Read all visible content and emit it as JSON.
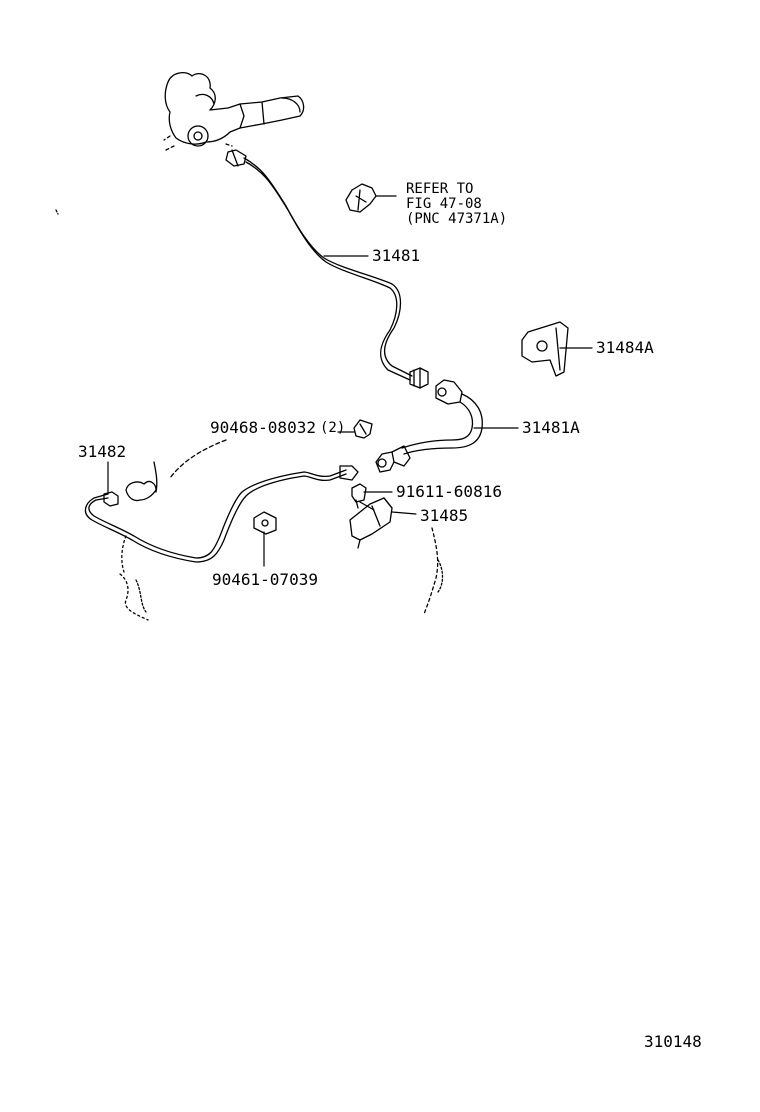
{
  "diagram": {
    "parts": {
      "tube_upper": "31481",
      "hose": "31481A",
      "bracket_right": "31484A",
      "tube_lower": "31482",
      "bracket_lower": "31485",
      "clip": "90468-08032",
      "clip_qty": "(2)",
      "clamp": "90461-07039",
      "bolt": "91611-60816"
    },
    "note": {
      "line1": "REFER TO",
      "line2": "FIG 47-08",
      "line3": "(PNC 47371A)"
    },
    "figure_number": "310148"
  }
}
